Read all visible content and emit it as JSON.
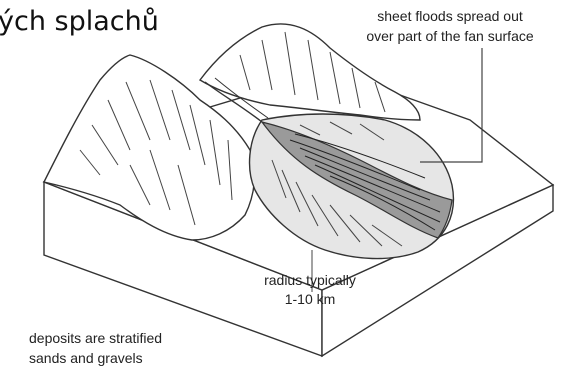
{
  "diagram": {
    "title_fragment": "ých splachů",
    "labels": {
      "sheet_floods_line1": "sheet floods spread out",
      "sheet_floods_line2": "over part of the fan surface",
      "radius_line1": "radius typically",
      "radius_line2": "1-10 km",
      "deposits_line1": "deposits are stratified",
      "deposits_line2": "sands and gravels"
    },
    "colors": {
      "line": "#333333",
      "fan_fill": "#e6e6e6",
      "active_lobe_fill": "#9a9a9a",
      "side_face": "#ffffff"
    }
  }
}
